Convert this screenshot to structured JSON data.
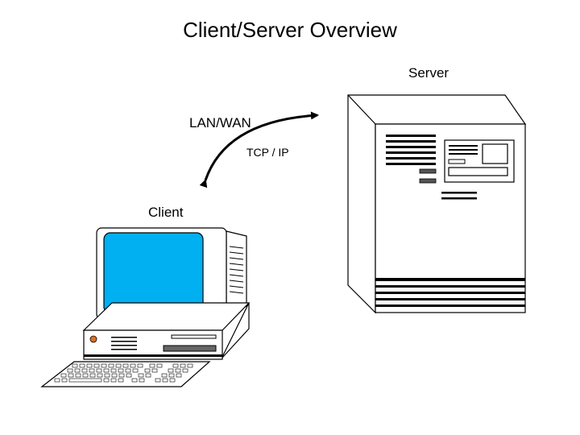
{
  "slide": {
    "title": "Client/Server Overview"
  },
  "labels": {
    "server": "Server",
    "network": "LAN/WAN",
    "protocol": "TCP / IP",
    "client": "Client"
  },
  "colors": {
    "screen": "#00b0f0",
    "indicator": "#00c000",
    "led": "#e07020",
    "outline": "#000000"
  },
  "icons": {
    "server": "server-tower-icon",
    "client": "desktop-computer-icon",
    "link": "bidirectional-arrow-icon"
  }
}
